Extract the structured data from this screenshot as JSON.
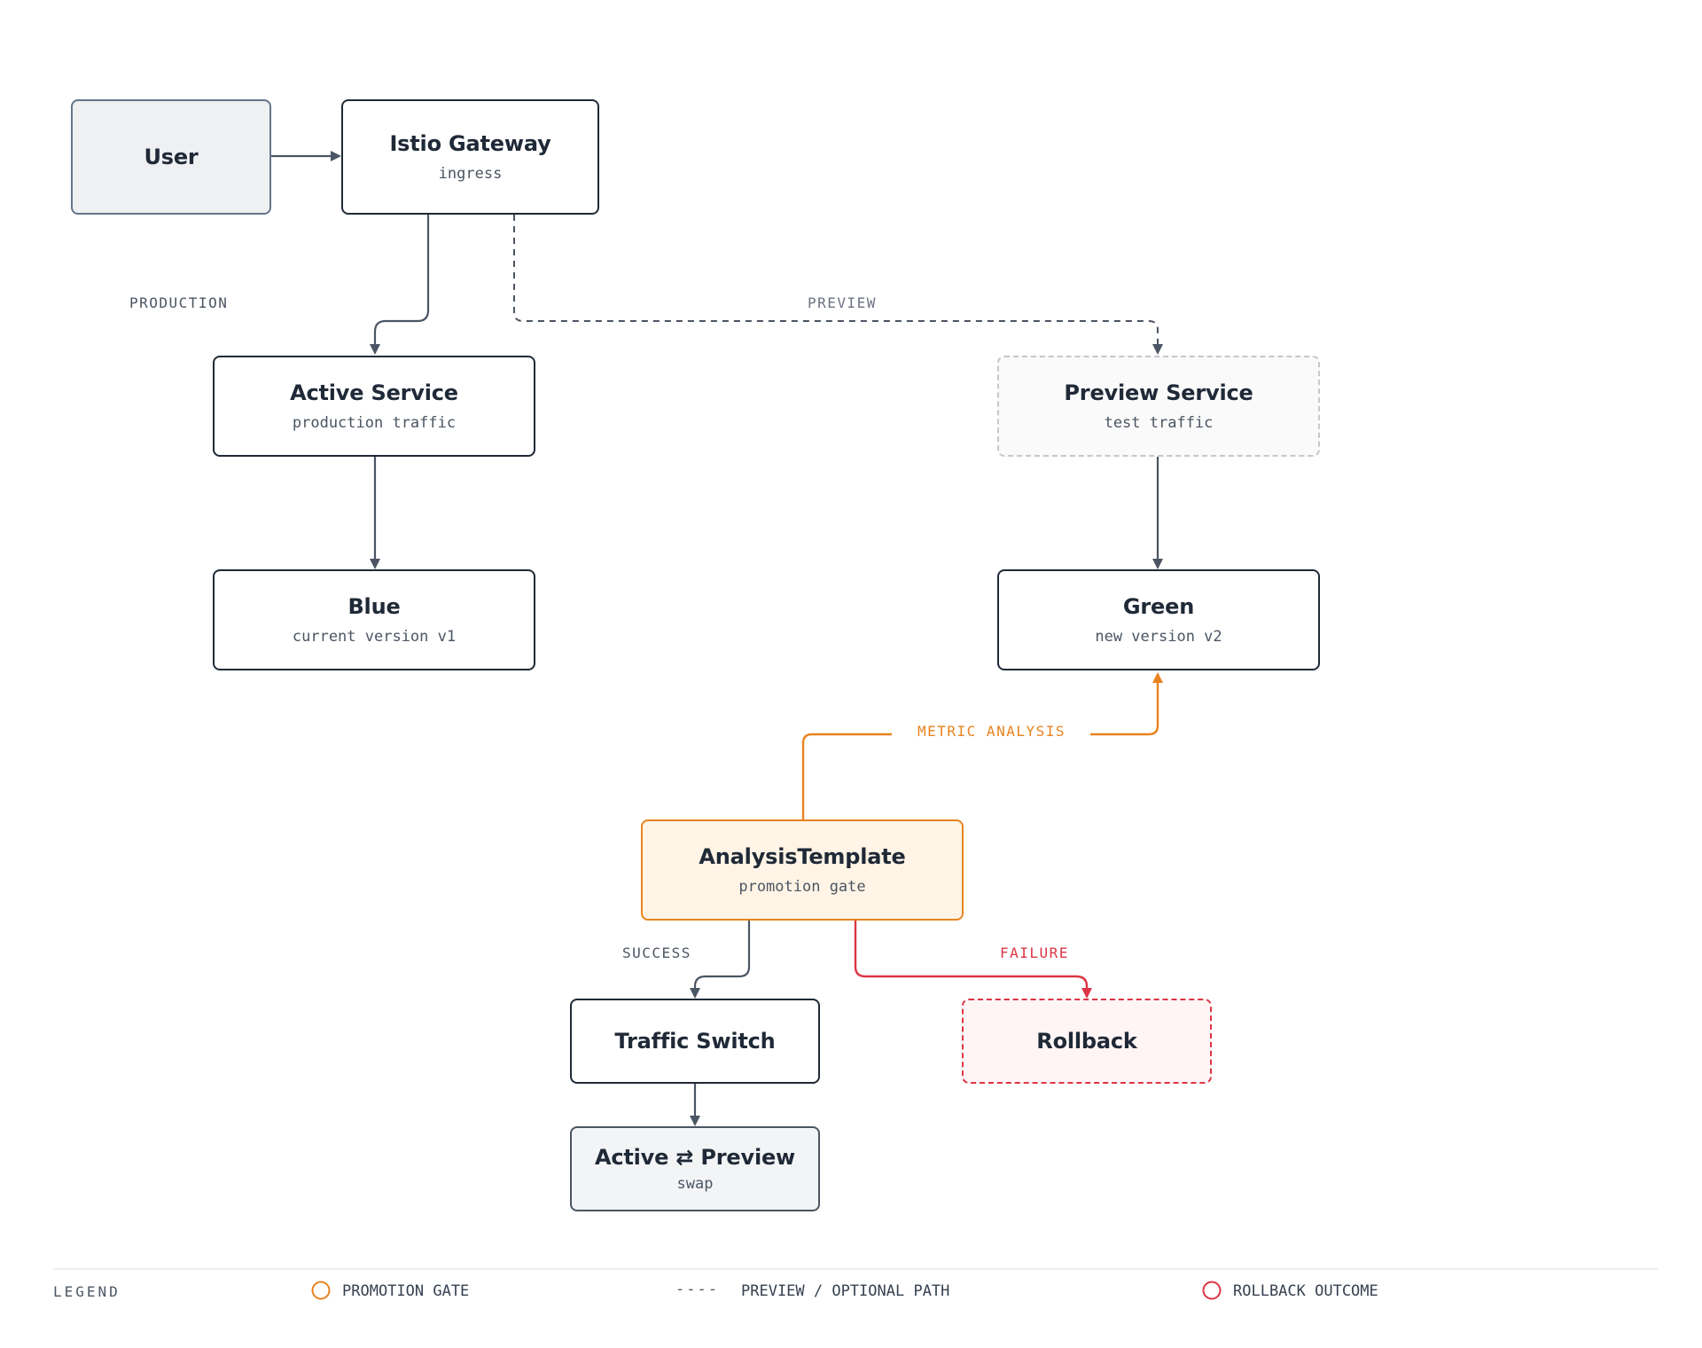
{
  "nodes": {
    "user": {
      "title": "User"
    },
    "gateway": {
      "title": "Istio Gateway",
      "sub": "ingress"
    },
    "active_service": {
      "title": "Active Service",
      "sub": "production traffic"
    },
    "preview_service": {
      "title": "Preview Service",
      "sub": "test traffic"
    },
    "blue": {
      "title": "Blue",
      "sub": "current version v1"
    },
    "green": {
      "title": "Green",
      "sub": "new version v2"
    },
    "analysis": {
      "title": "AnalysisTemplate",
      "sub": "promotion gate"
    },
    "traffic_switch": {
      "title": "Traffic Switch"
    },
    "rollback": {
      "title": "Rollback"
    },
    "swap": {
      "title": "Active ⇄ Preview",
      "sub": "swap"
    }
  },
  "edge_labels": {
    "production": "PRODUCTION",
    "preview": "PREVIEW",
    "metric_analysis": "METRIC ANALYSIS",
    "success": "SUCCESS",
    "failure": "FAILURE"
  },
  "legend": {
    "title": "LEGEND",
    "promotion_gate": "PROMOTION GATE",
    "preview_path_glyph": "----",
    "preview_path": "PREVIEW / OPTIONAL PATH",
    "rollback": "ROLLBACK OUTCOME"
  },
  "colors": {
    "ink": "#1f2937",
    "edge": "#4b5563",
    "gate": "#e8831f",
    "gate_fill": "#fff4e5",
    "failure": "#dc3545",
    "failure_fill": "#fff5f5",
    "preview_border": "#c4c8cd"
  }
}
